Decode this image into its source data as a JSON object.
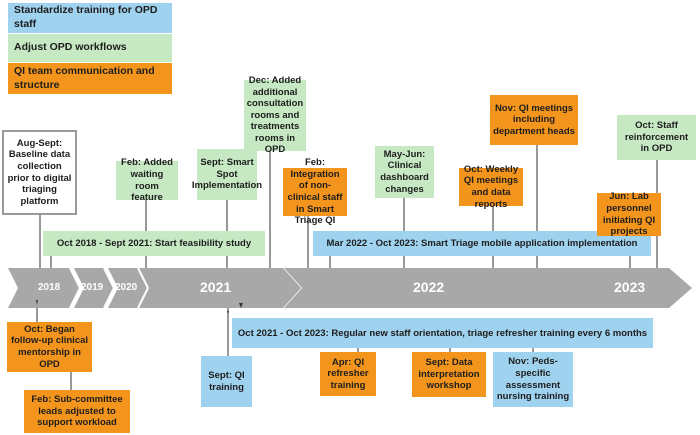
{
  "legend": {
    "training": "Standardize training for OPD staff",
    "workflows": "Adjust OPD workflows",
    "qi_team": "QI team communication and structure"
  },
  "years": [
    "2018",
    "2019",
    "2020",
    "2021",
    "2022",
    "2023"
  ],
  "bars": {
    "feasibility": "Oct 2018 - Sept 2021: Start feasibility study",
    "smart_triage": "Mar 2022 - Oct 2023: Smart Triage mobile application implementation",
    "orientation": "Oct 2021 - Oct 2023: Regular new staff orientation, triage refresher training every 6 months"
  },
  "events_above": {
    "baseline": "Aug-Sept: Baseline data collection prior to digital triaging platform",
    "waiting_room": "Feb: Added waiting room feature",
    "smart_spot": "Sept: Smart Spot Implementation",
    "consultation": "Dec: Added additional consultation rooms and treatments rooms in OPD",
    "integration": "Feb: Integration of non-clinical staff in Smart Triage QI",
    "dashboard": "May-Jun: Clinical dashboard changes",
    "weekly_qi": "Oct: Weekly QI meetings and data reports",
    "dept_heads": "Nov: QI meetings including department heads",
    "lab_personnel": "Jun: Lab personnel initiating QI projects",
    "reinforcement": "Oct: Staff reinforcement in OPD"
  },
  "events_below": {
    "mentorship": "Oct: Began follow-up clinical mentorship in OPD",
    "subcommittee": "Feb: Sub-committee leads adjusted to support workload",
    "qi_training": "Sept: QI training",
    "refresher": "Apr: QI refresher training",
    "data_workshop": "Sept: Data interpretation workshop",
    "peds": "Nov: Peds-specific assessment nursing training"
  },
  "colors": {
    "orange": "#f3951d",
    "green": "#c6e8c2",
    "blue": "#9fd2ee",
    "arrow_gray": "#a8a8a8"
  }
}
